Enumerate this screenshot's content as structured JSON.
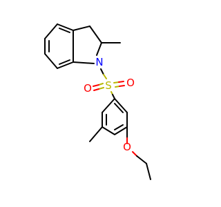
{
  "molecule": {
    "atom_labels": {
      "nitrogen": "N",
      "sulfur": "S",
      "oxygen_sulfonyl_left": "O",
      "oxygen_sulfonyl_right": "O",
      "oxygen_ether": "O"
    },
    "colors": {
      "carbon_bonds": "#000000",
      "nitrogen": "#0000ff",
      "sulfur": "#b8b800",
      "oxygen": "#ff0000",
      "background": "#ffffff"
    }
  }
}
